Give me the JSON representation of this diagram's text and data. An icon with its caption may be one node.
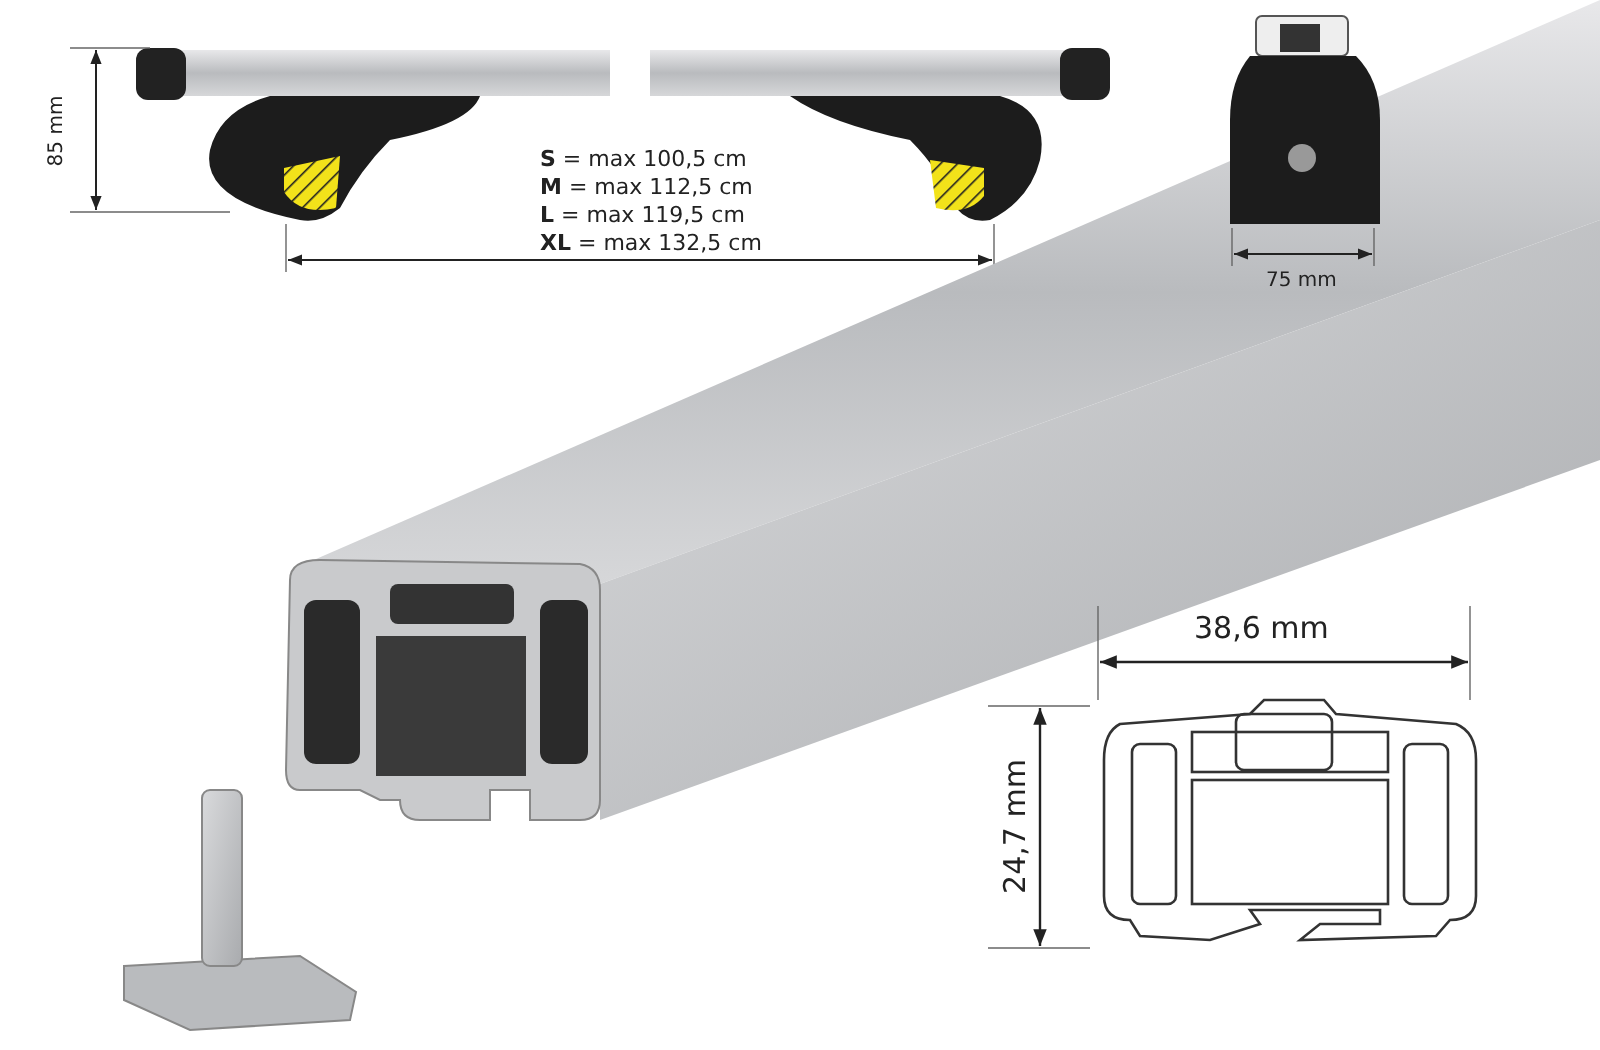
{
  "diagram": {
    "labels": [
      "85 mm",
      "**S** = max 100,5 cm",
      "**M** = max 112,5 cm",
      "**L** = max 119,5 cm",
      "**XL** = max 132,5 cm",
      "75 mm",
      "38,6 mm",
      "24,7 mm"
    ]
  }
}
